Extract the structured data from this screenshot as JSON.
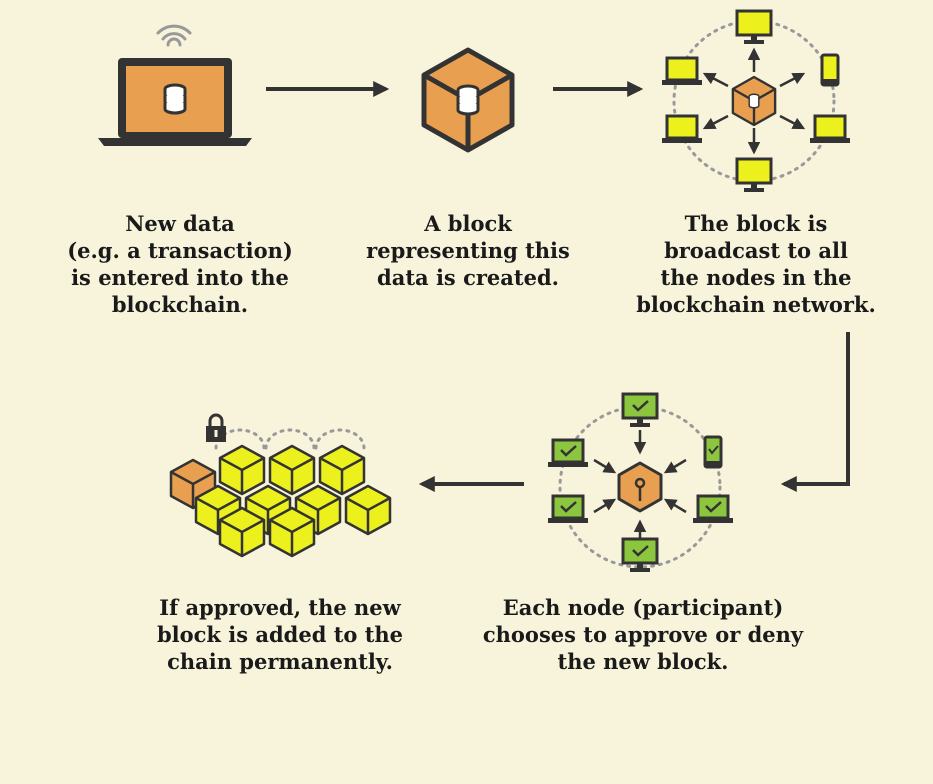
{
  "steps": [
    {
      "id": "new-data",
      "caption": "New data\n(e.g. a transaction)\nis entered into the\nblockchain."
    },
    {
      "id": "block-created",
      "caption": "A block\nrepresenting this\ndata is created."
    },
    {
      "id": "broadcast",
      "caption": "The block is\nbroadcast to all\nthe nodes in the\nblockchain network."
    },
    {
      "id": "approve",
      "caption": "Each node (participant)\nchooses to approve or deny\nthe new block."
    },
    {
      "id": "added",
      "caption": "If approved, the new\nblock is added to the\nchain permanently."
    }
  ],
  "colors": {
    "background": "#f8f4dc",
    "ink": "#333333",
    "orange": "#e8a050",
    "yellow": "#ecf01c",
    "green": "#8cc63f",
    "dots": "#999999"
  },
  "icons": [
    "wifi-icon",
    "laptop-icon",
    "database-icon",
    "block-icon",
    "network-icon",
    "check-icon",
    "lock-icon",
    "chain-icon"
  ]
}
